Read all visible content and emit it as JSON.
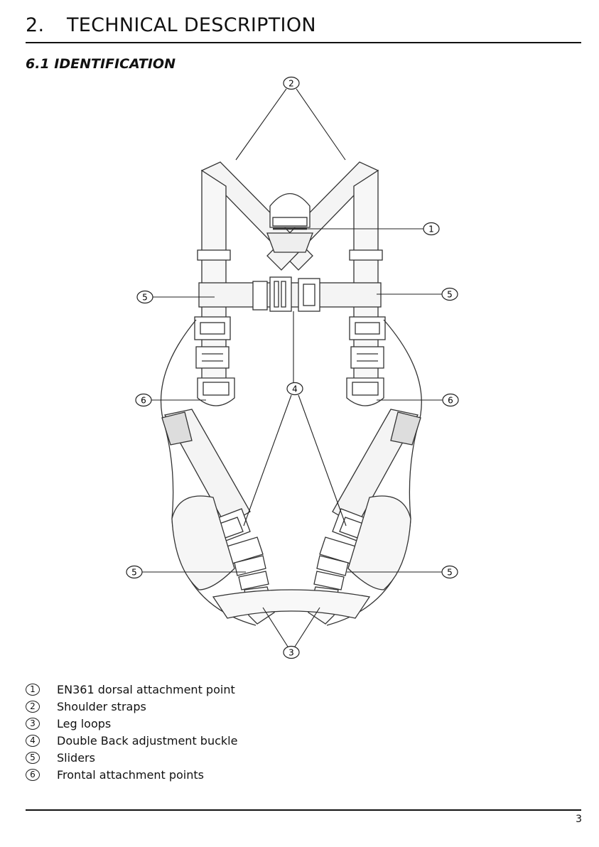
{
  "section": {
    "number": "2.",
    "title": "TECHNICAL DESCRIPTION"
  },
  "subsection": {
    "title": "6.1 IDENTIFICATION"
  },
  "callouts": {
    "dorsal": "1",
    "shoulder": "2",
    "leg": "3",
    "buckle": "4",
    "slider": "5",
    "frontal": "6"
  },
  "legend": [
    {
      "num": "1",
      "label": "EN361 dorsal attachment point"
    },
    {
      "num": "2",
      "label": "Shoulder straps"
    },
    {
      "num": "3",
      "label": "Leg loops"
    },
    {
      "num": "4",
      "label": "Double Back adjustment buckle"
    },
    {
      "num": "5",
      "label": "Sliders"
    },
    {
      "num": "6",
      "label": "Frontal attachment points"
    }
  ],
  "page_number": "3"
}
